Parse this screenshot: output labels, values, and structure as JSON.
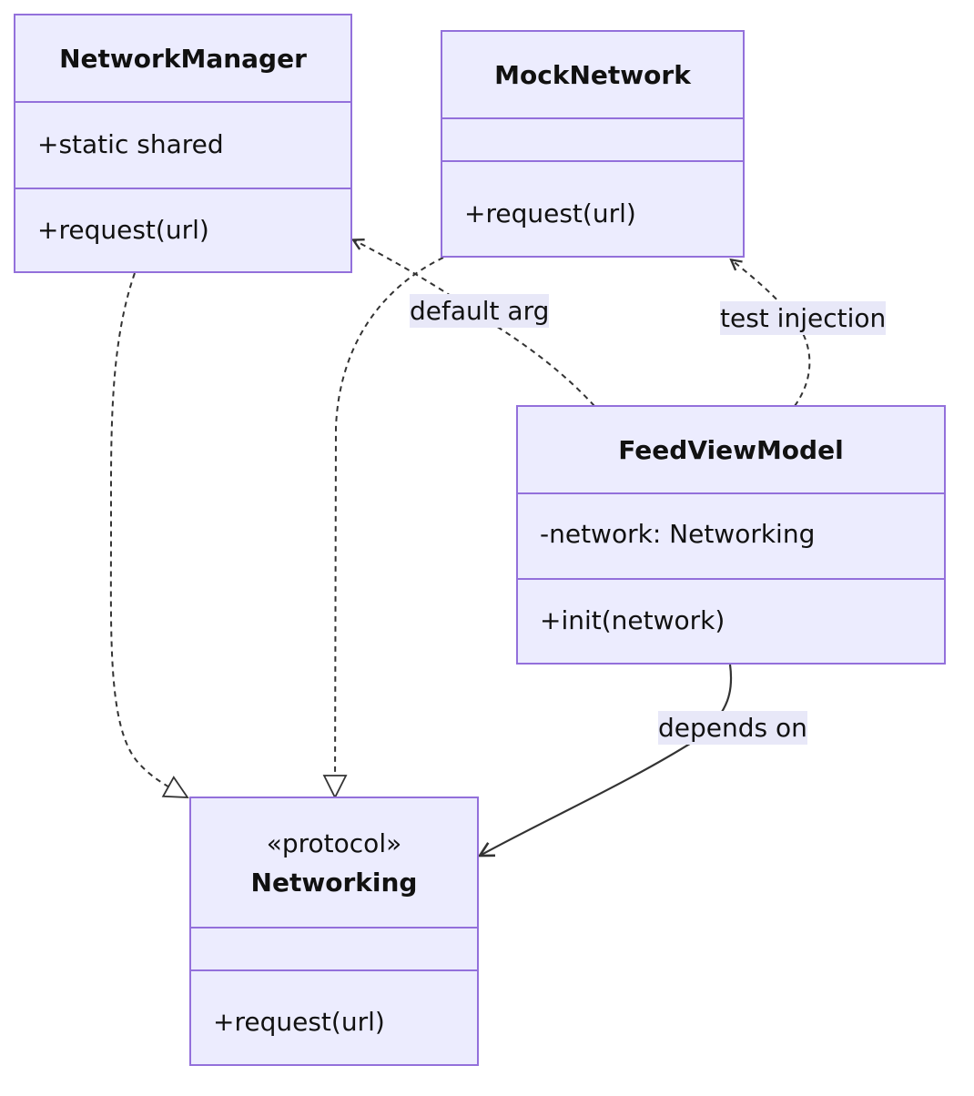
{
  "classes": {
    "network_manager": {
      "name": "NetworkManager",
      "attributes": [
        "+static shared"
      ],
      "methods": [
        "+request(url)"
      ]
    },
    "mock_network": {
      "name": "MockNetwork",
      "attributes": [],
      "methods": [
        "+request(url)"
      ]
    },
    "feed_view_model": {
      "name": "FeedViewModel",
      "attributes": [
        "-network: Networking"
      ],
      "methods": [
        "+init(network)"
      ]
    },
    "networking": {
      "stereotype": "«protocol»",
      "name": "Networking",
      "attributes": [],
      "methods": [
        "+request(url)"
      ]
    }
  },
  "relations": [
    {
      "from": "NetworkManager",
      "to": "Networking",
      "type": "realization",
      "label": ""
    },
    {
      "from": "MockNetwork",
      "to": "Networking",
      "type": "realization",
      "label": ""
    },
    {
      "from": "FeedViewModel",
      "to": "NetworkManager",
      "type": "dependency",
      "label": "default arg"
    },
    {
      "from": "FeedViewModel",
      "to": "MockNetwork",
      "type": "dependency",
      "label": "test injection"
    },
    {
      "from": "FeedViewModel",
      "to": "Networking",
      "type": "association",
      "label": "depends on"
    }
  ],
  "colors": {
    "class_fill": "#ececfe",
    "class_border": "#9370db",
    "edge_stroke": "#333333",
    "label_background": "#e8e8f8"
  }
}
